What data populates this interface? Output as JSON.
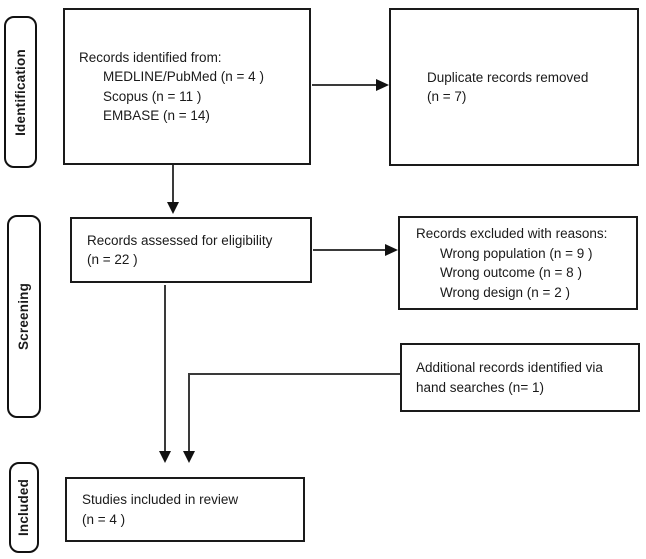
{
  "stages": [
    {
      "label": "Identification"
    },
    {
      "label": "Screening"
    },
    {
      "label": "Included"
    }
  ],
  "boxes": {
    "identified": {
      "title": "Records identified from:",
      "items": [
        "MEDLINE/PubMed (n = 4 )",
        "Scopus (n = 11 )",
        "EMBASE (n = 14)"
      ]
    },
    "duplicates": {
      "lines": [
        "Duplicate records removed",
        "(n = 7)"
      ]
    },
    "assessed": {
      "lines": [
        "Records assessed for eligibility",
        "(n = 22 )"
      ]
    },
    "excluded": {
      "title": "Records excluded with reasons:",
      "items": [
        "Wrong population (n = 9 )",
        "Wrong outcome (n = 8 )",
        "Wrong design (n = 2 )"
      ]
    },
    "additional": {
      "lines": [
        "Additional records identified via",
        "hand searches (n= 1)"
      ]
    },
    "included": {
      "lines": [
        "Studies included in review",
        "(n = 4 )"
      ]
    }
  },
  "colors": {
    "background": "#ffffff",
    "box_border": "#1a1a1a",
    "text": "#1a1a1a",
    "arrow": "#3a3a3a",
    "arrowhead": "#111111"
  }
}
